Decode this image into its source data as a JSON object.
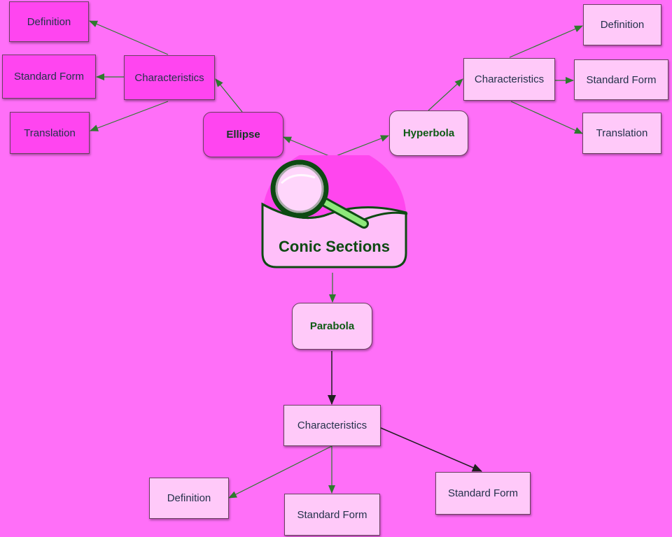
{
  "central_topic": "Conic Sections",
  "colors": {
    "background": "#ff6ff8",
    "light_node": "#ffc9f9",
    "dark_node": "#ff45f0",
    "link": "#2d7a2d",
    "link_dark": "#202020"
  },
  "ellipse": {
    "label": "Ellipse",
    "characteristics": {
      "label": "Characteristics",
      "definition": "Definition",
      "standard_form": "Standard Form",
      "translation": "Translation"
    }
  },
  "hyperbola": {
    "label": "Hyperbola",
    "characteristics": {
      "label": "Characteristics",
      "definition": "Definition",
      "standard_form": "Standard Form",
      "translation": "Translation"
    }
  },
  "parabola": {
    "label": "Parabola",
    "characteristics": {
      "label": "Characteristics",
      "definition": "Definition",
      "standard_form_1": "Standard Form",
      "standard_form_2": "Standard Form"
    }
  }
}
